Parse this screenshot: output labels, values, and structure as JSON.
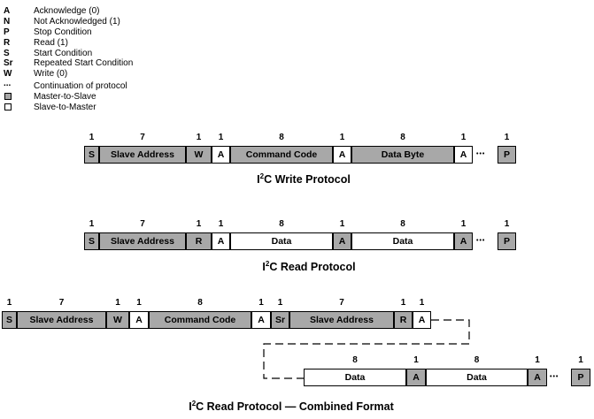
{
  "legend": [
    {
      "sym": "A",
      "text": "Acknowledge  (0)"
    },
    {
      "sym": "N",
      "text": "Not Acknowledged  (1)"
    },
    {
      "sym": "P",
      "text": "Stop Condition"
    },
    {
      "sym": "R",
      "text": "Read  (1)"
    },
    {
      "sym": "S",
      "text": "Start Condition"
    },
    {
      "sym": "Sr",
      "text": "Repeated Start Condition"
    },
    {
      "sym": "W",
      "text": "Write  (0)"
    },
    {
      "sym": "...",
      "text": "Continuation of protocol"
    },
    {
      "sym": "",
      "text": "Master-to-Slave"
    },
    {
      "sym": "",
      "text": "Slave-to-Master"
    }
  ],
  "write_protocol": {
    "title_prefix": "I",
    "title_sup": "2",
    "title_rest": "C Write Protocol",
    "fields": [
      {
        "label": "S",
        "bits": "1",
        "type": "master"
      },
      {
        "label": "Slave Address",
        "bits": "7",
        "type": "master"
      },
      {
        "label": "W",
        "bits": "1",
        "type": "master"
      },
      {
        "label": "A",
        "bits": "1",
        "type": "slave"
      },
      {
        "label": "Command Code",
        "bits": "8",
        "type": "master"
      },
      {
        "label": "A",
        "bits": "1",
        "type": "slave"
      },
      {
        "label": "Data Byte",
        "bits": "8",
        "type": "master"
      },
      {
        "label": "A",
        "bits": "1",
        "type": "slave"
      },
      {
        "label": "...",
        "bits": "",
        "type": "continuation"
      },
      {
        "label": "P",
        "bits": "1",
        "type": "master"
      }
    ]
  },
  "read_protocol": {
    "title_prefix": "I",
    "title_sup": "2",
    "title_rest": "C Read Protocol",
    "fields": [
      {
        "label": "S",
        "bits": "1",
        "type": "master"
      },
      {
        "label": "Slave Address",
        "bits": "7",
        "type": "master"
      },
      {
        "label": "R",
        "bits": "1",
        "type": "master"
      },
      {
        "label": "A",
        "bits": "1",
        "type": "slave"
      },
      {
        "label": "Data",
        "bits": "8",
        "type": "slave"
      },
      {
        "label": "A",
        "bits": "1",
        "type": "master"
      },
      {
        "label": "Data",
        "bits": "8",
        "type": "slave"
      },
      {
        "label": "A",
        "bits": "1",
        "type": "master"
      },
      {
        "label": "...",
        "bits": "",
        "type": "continuation"
      },
      {
        "label": "P",
        "bits": "1",
        "type": "master"
      }
    ]
  },
  "combined_protocol": {
    "title_prefix": "I",
    "title_sup": "2",
    "title_rest": "C Read Protocol — Combined Format",
    "row1": [
      {
        "label": "S",
        "bits": "1",
        "type": "master"
      },
      {
        "label": "Slave Address",
        "bits": "7",
        "type": "master"
      },
      {
        "label": "W",
        "bits": "1",
        "type": "master"
      },
      {
        "label": "A",
        "bits": "1",
        "type": "slave"
      },
      {
        "label": "Command Code",
        "bits": "8",
        "type": "master"
      },
      {
        "label": "A",
        "bits": "1",
        "type": "slave"
      },
      {
        "label": "Sr",
        "bits": "1",
        "type": "master"
      },
      {
        "label": "Slave Address",
        "bits": "7",
        "type": "master"
      },
      {
        "label": "R",
        "bits": "1",
        "type": "master"
      },
      {
        "label": "A",
        "bits": "1",
        "type": "slave"
      }
    ],
    "row2": [
      {
        "label": "Data",
        "bits": "8",
        "type": "slave"
      },
      {
        "label": "A",
        "bits": "1",
        "type": "master"
      },
      {
        "label": "Data",
        "bits": "8",
        "type": "slave"
      },
      {
        "label": "A",
        "bits": "1",
        "type": "master"
      },
      {
        "label": "...",
        "bits": "",
        "type": "continuation"
      },
      {
        "label": "P",
        "bits": "1",
        "type": "master"
      }
    ]
  }
}
